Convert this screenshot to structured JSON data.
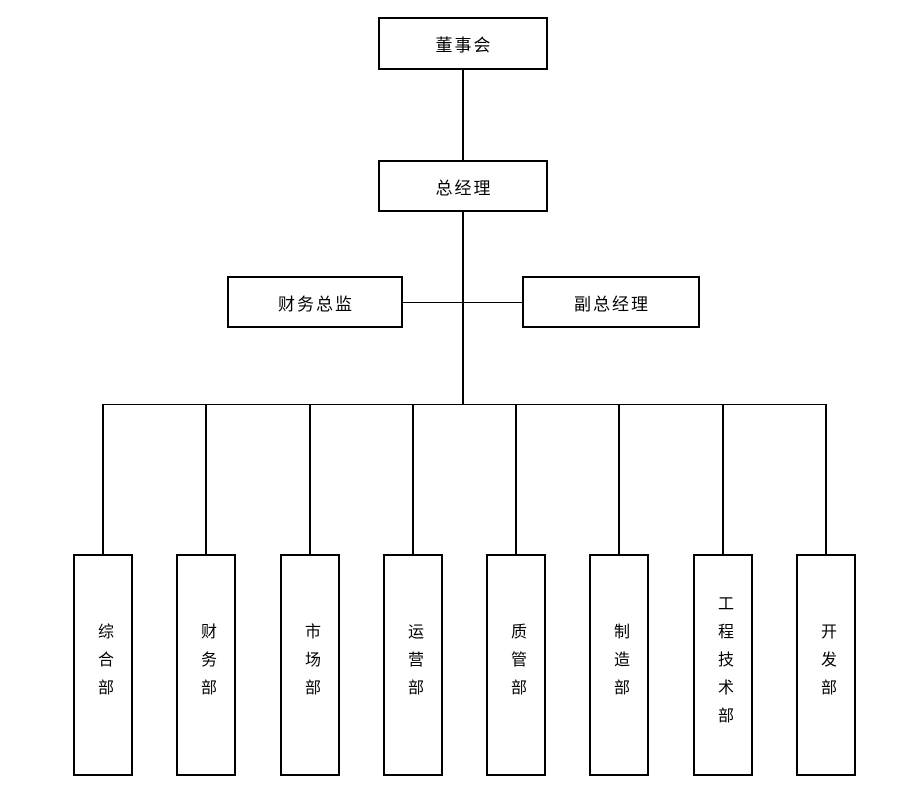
{
  "page": {
    "background_color": "#ffffff",
    "line_color": "#000000",
    "text_color": "#000000"
  },
  "org_chart": {
    "root": {
      "label": "董事会"
    },
    "general_manager": {
      "label": "总经理"
    },
    "staff": [
      {
        "label": "财务总监"
      },
      {
        "label": "副总经理"
      }
    ],
    "departments": [
      {
        "label": "综合部"
      },
      {
        "label": "财务部"
      },
      {
        "label": "市场部"
      },
      {
        "label": "运营部"
      },
      {
        "label": "质管部"
      },
      {
        "label": "制造部"
      },
      {
        "label": "工程技术部"
      },
      {
        "label": "开发部"
      }
    ]
  }
}
